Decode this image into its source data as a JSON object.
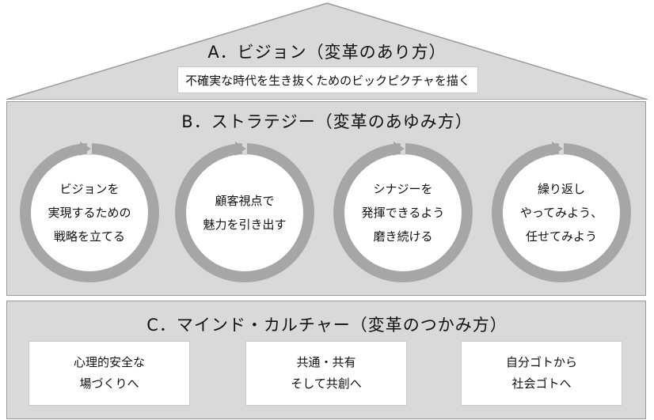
{
  "vision": {
    "title": "A．ビジョン（変革のあり方）",
    "statement": "不確実な時代を生き抜くためのビックピクチャを描く"
  },
  "strategy": {
    "title": "B．ストラテジー（変革のあゆみ方）",
    "cycles": [
      {
        "lines": [
          "ビジョンを",
          "実現するための",
          "戦略を立てる"
        ]
      },
      {
        "lines": [
          "顧客視点で",
          "魅力を引き出す"
        ]
      },
      {
        "lines": [
          "シナジーを",
          "発揮できるよう",
          "磨き続ける"
        ]
      },
      {
        "lines": [
          "繰り返し",
          "やってみよう、",
          "任せてみよう"
        ]
      }
    ]
  },
  "culture": {
    "title": "C．マインド・カルチャー（変革のつかみ方）",
    "boxes": [
      {
        "lines": [
          "心理的安全な",
          "場づくりへ"
        ]
      },
      {
        "lines": [
          "共通・共有",
          "そして共創へ"
        ]
      },
      {
        "lines": [
          "自分ゴトから",
          "社会ゴトへ"
        ]
      }
    ]
  },
  "colors": {
    "band_fill": "#d9d9d9",
    "band_border": "#9a9a9a",
    "cycle_ring": "#a6a6a6",
    "cycle_fill": "#ffffff"
  }
}
